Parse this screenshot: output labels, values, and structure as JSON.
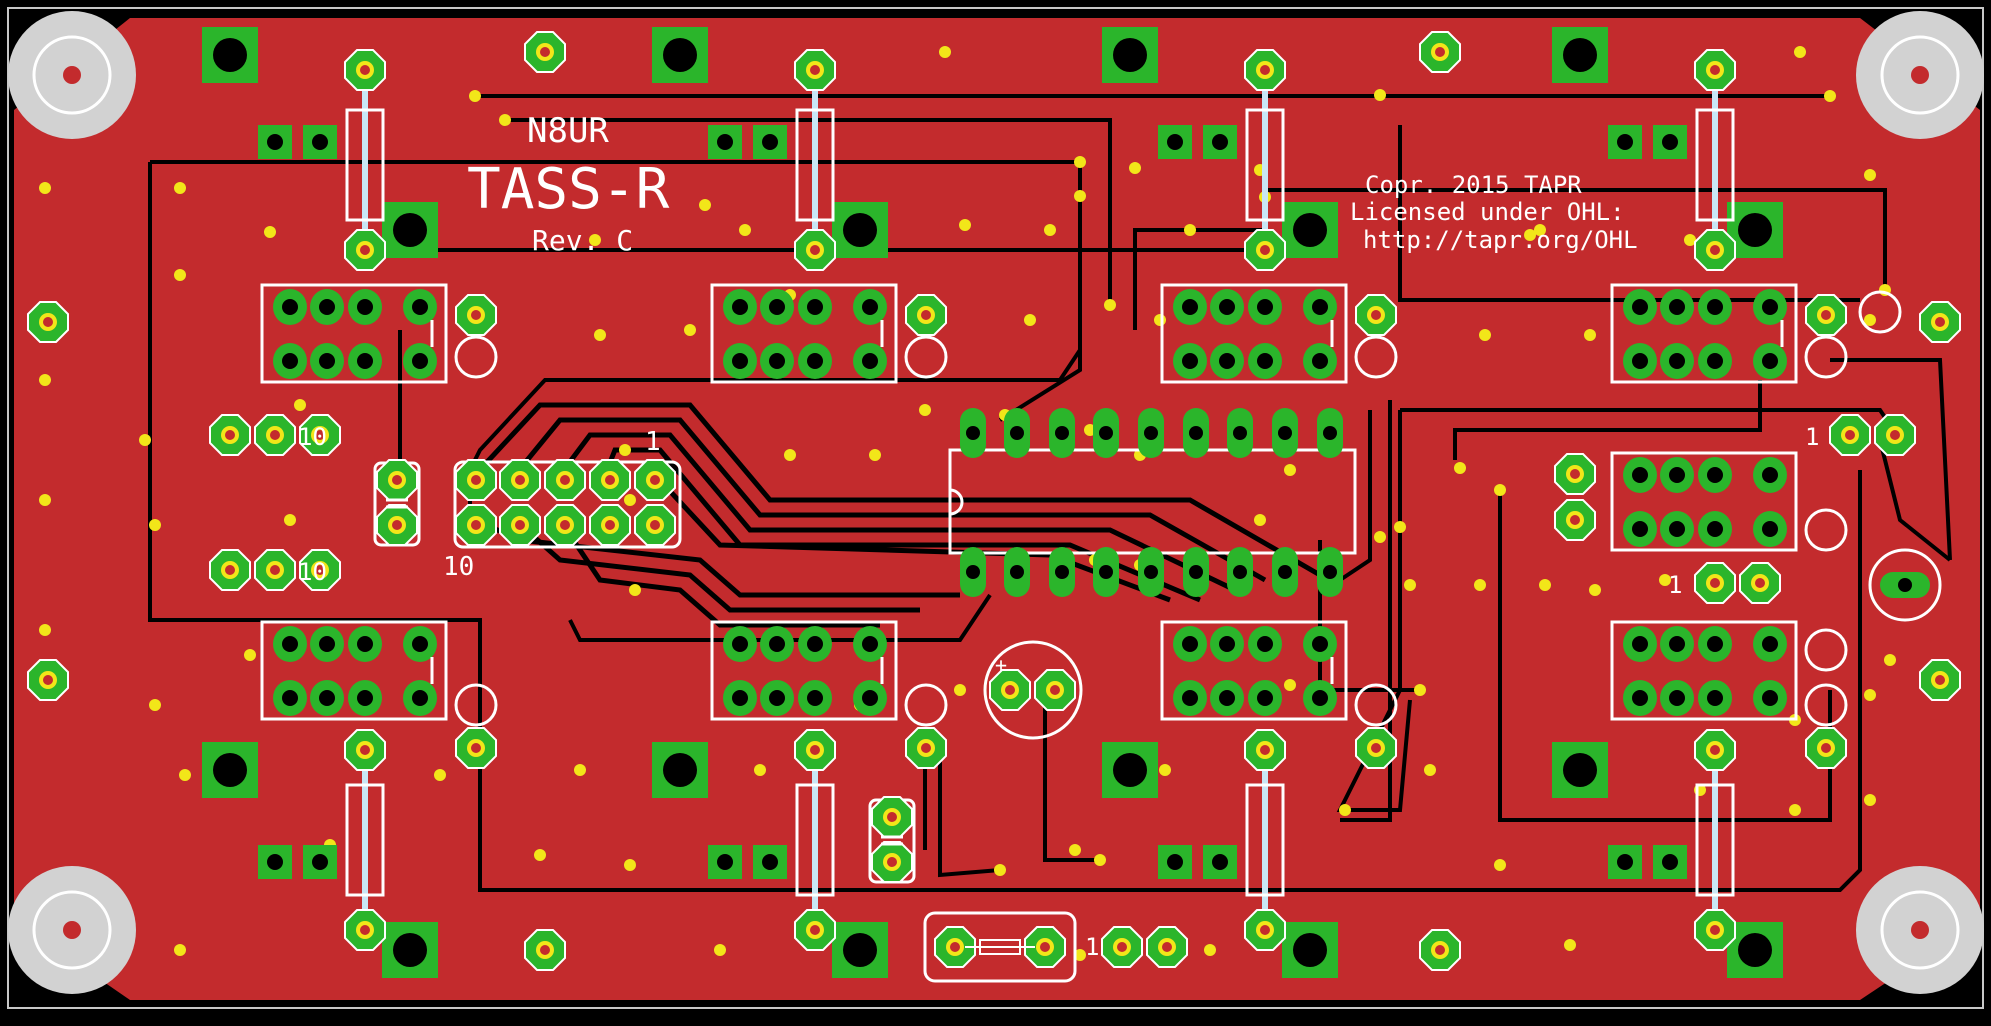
{
  "board": {
    "author": "N8UR",
    "title": "TASS-R",
    "revision": "Rev. C",
    "copyright_lines": [
      "Copr. 2015 TAPR",
      "Licensed under OHL:",
      "http://tapr.org/OHL"
    ],
    "pin_labels": [
      "1",
      "10"
    ],
    "colors": {
      "background": "#000000",
      "copper": "#c32b2d",
      "pad_green": "#2bb52b",
      "hole_black": "#000000",
      "silkscreen": "#ffffff",
      "via_yellow": "#f2e619",
      "mount_gray": "#d2d2d2"
    }
  }
}
